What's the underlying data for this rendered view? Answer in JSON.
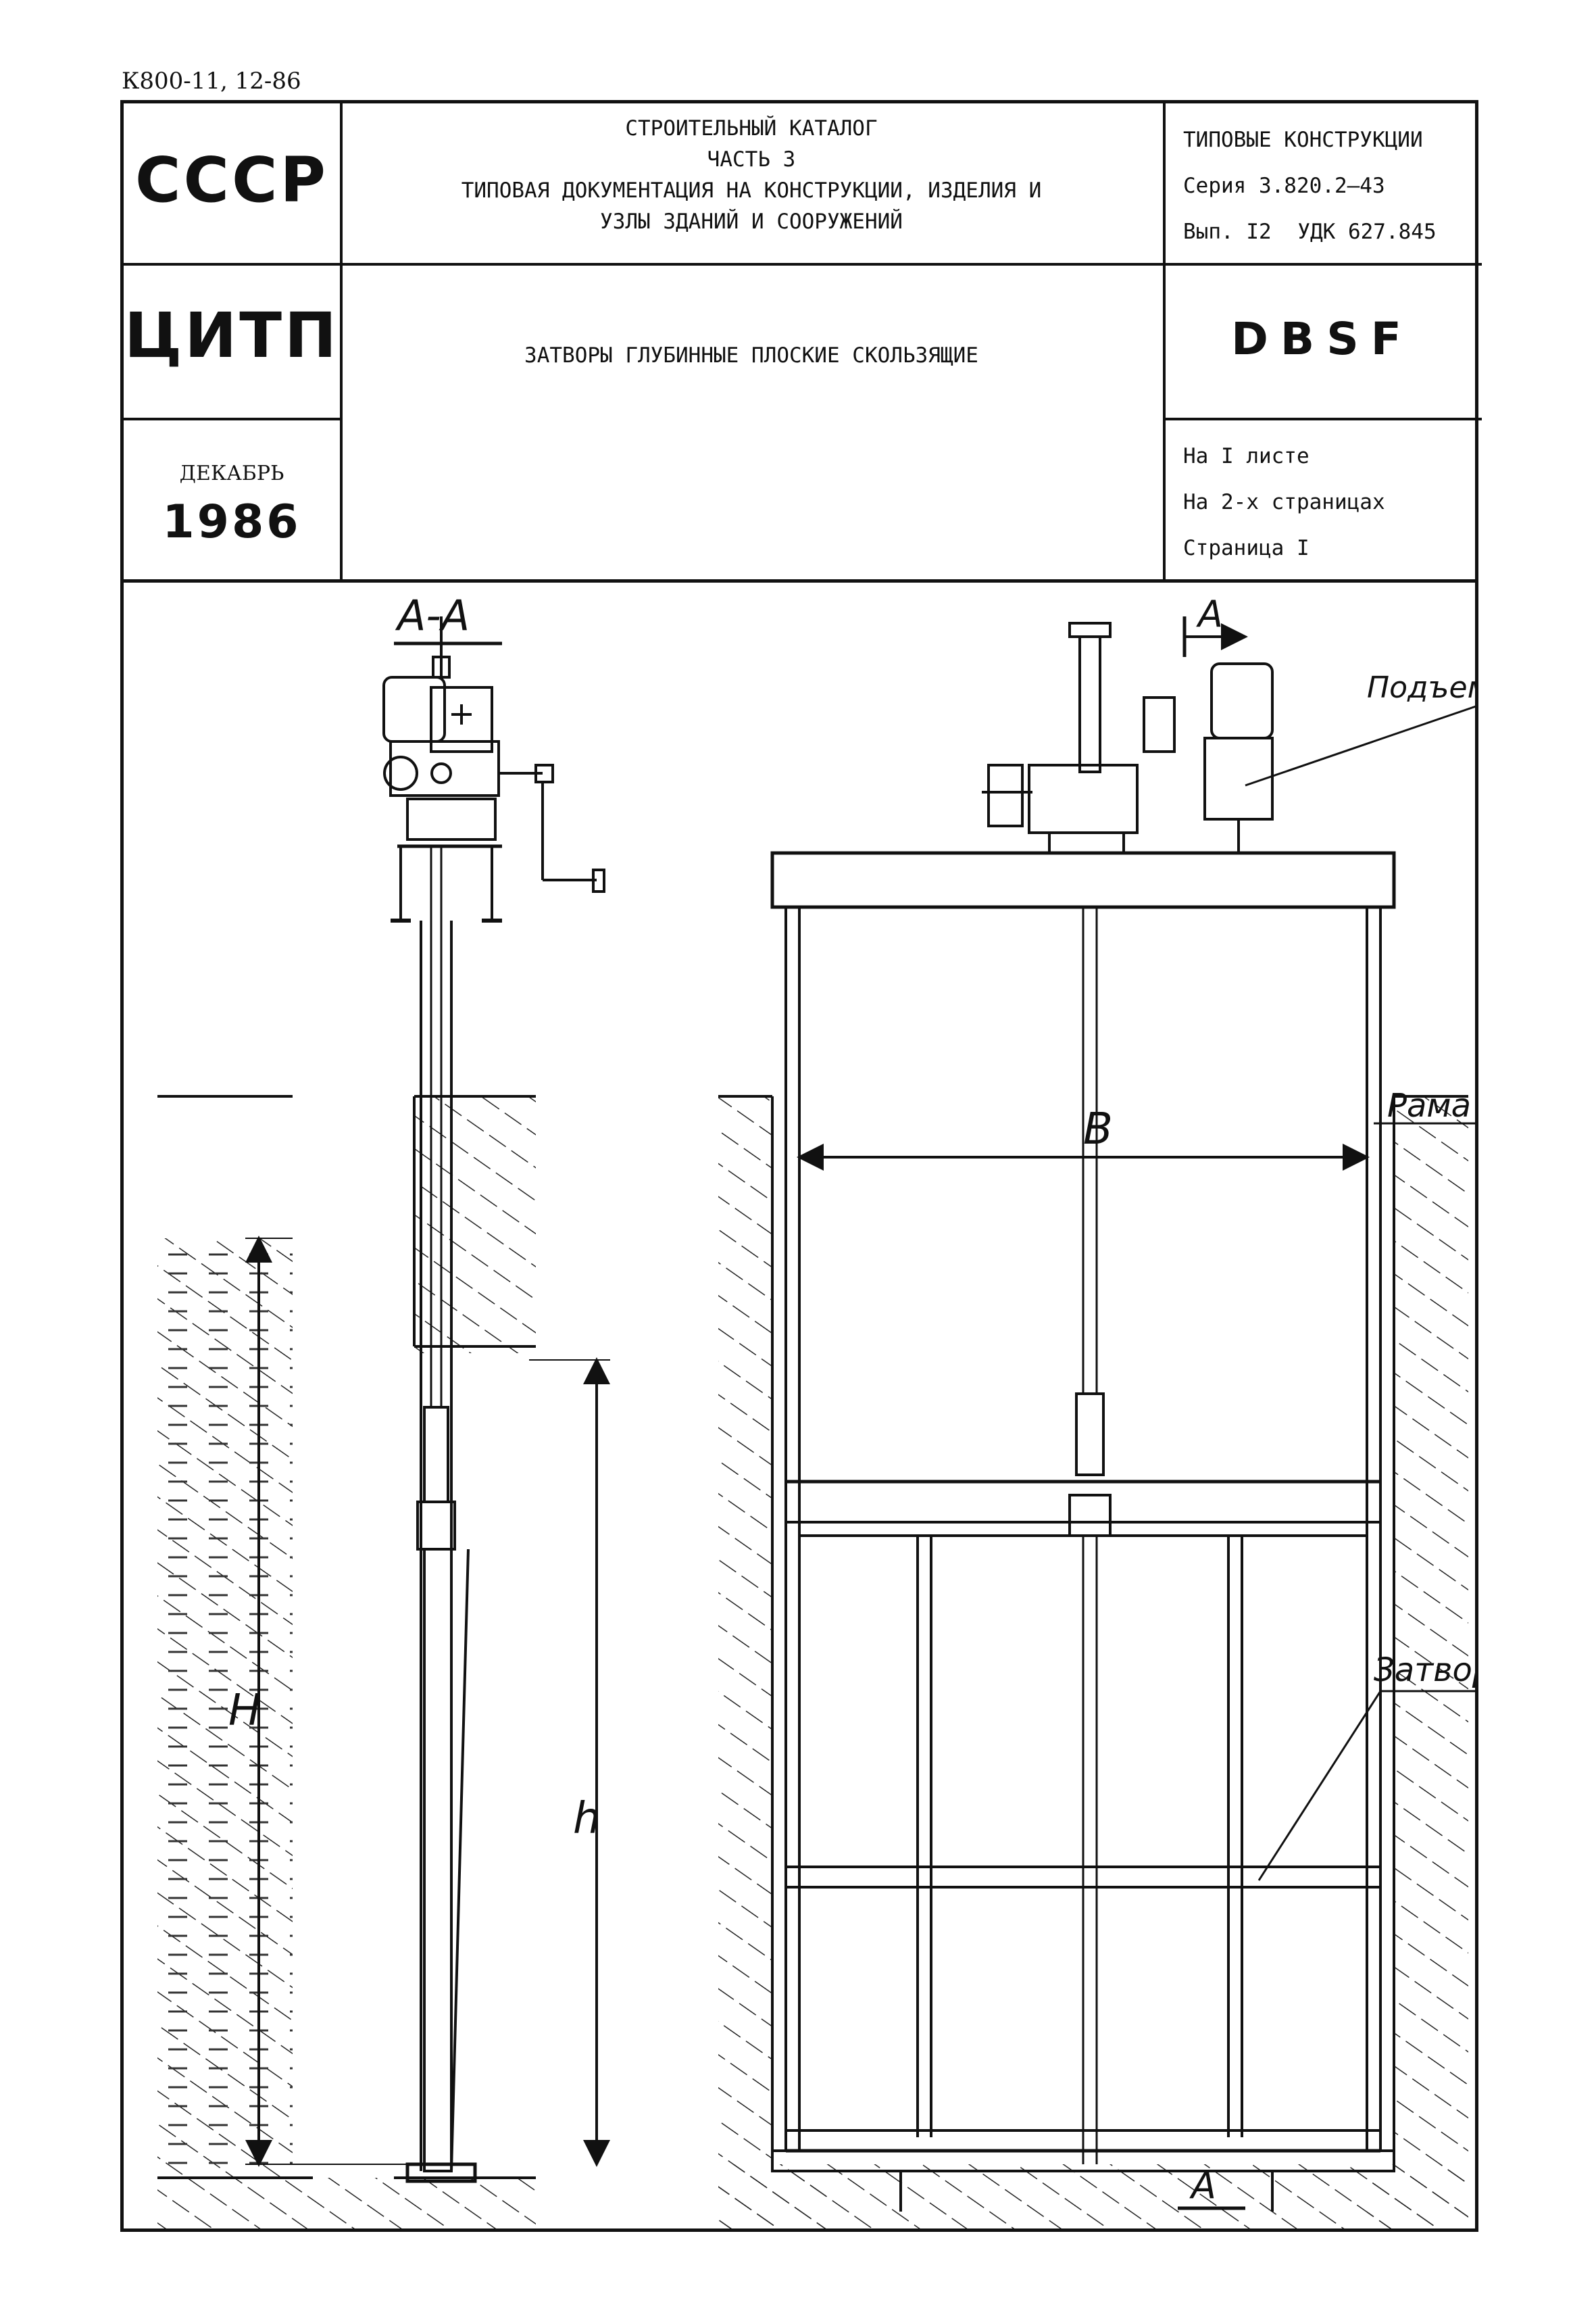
{
  "doc_code": "К800-11, 12-86",
  "left_column": {
    "country": "СССР",
    "org": "ЦИТП",
    "month": "ДЕКАБРЬ",
    "year": "1986"
  },
  "center": {
    "catalog_line1": "СТРОИТЕЛЬНЫЙ КАТАЛОГ",
    "catalog_line2": "ЧАСТЬ 3",
    "catalog_line3": "ТИПОВАЯ ДОКУМЕНТАЦИЯ НА КОНСТРУКЦИИ, ИЗДЕЛИЯ И",
    "catalog_line4": "УЗЛЫ ЗДАНИЙ И СООРУЖЕНИЙ",
    "product_title": "ЗАТВОРЫ ГЛУБИННЫЕ ПЛОСКИЕ СКОЛЬЗЯЩИЕ"
  },
  "right_column": {
    "type_label": "ТИПОВЫЕ КОНСТРУКЦИИ",
    "series": "Серия 3.820.2–43",
    "issue": "Вып. I2",
    "udk": "УДК 627.845",
    "code": "DBSF",
    "sheets": "На I листе",
    "pages": "На 2-х страницах",
    "page": "Страница I"
  },
  "drawing": {
    "section_label": "А-А",
    "view_marker_top": "А",
    "view_marker_bottom": "А",
    "label_lifter": "Подъемник",
    "label_frame": "Рама",
    "label_gate": "Затвор",
    "dim_width": "В",
    "dim_total_height": "H",
    "dim_gate_height": "h"
  }
}
